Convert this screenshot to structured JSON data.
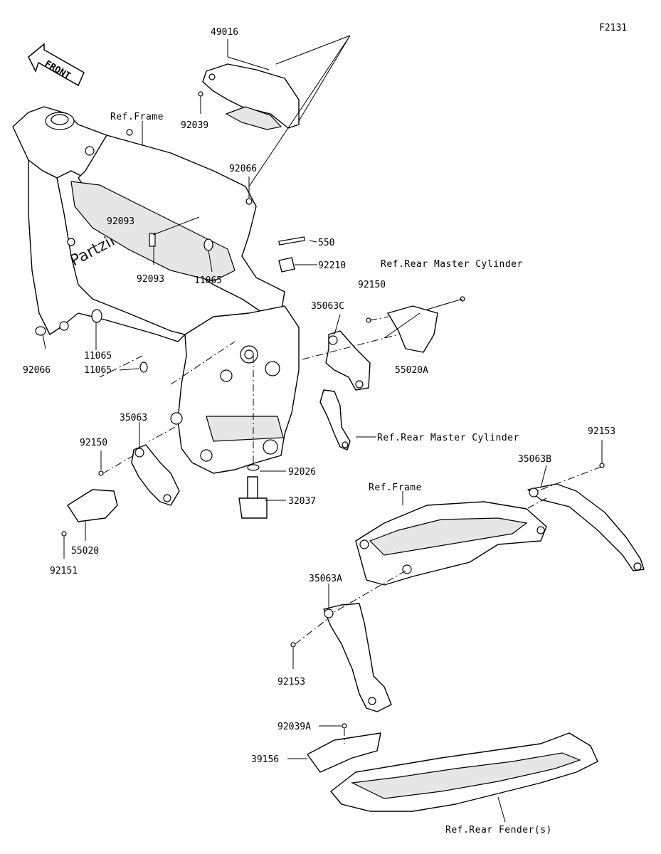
{
  "diagram_id": "F2131",
  "front_label": "FRONT",
  "watermark": "© Partzilla.com",
  "callouts": {
    "p49016": "49016",
    "p92039": "92039",
    "ref_frame_top": "Ref.Frame",
    "p92066_top": "92066",
    "p92093_a": "92093",
    "p92093_b": "92093",
    "p11065_top": "11065",
    "p550": "550",
    "p92210": "92210",
    "ref_rear_master_cyl_top": "Ref.Rear Master Cylinder",
    "p92150_right": "92150",
    "p35063C": "35063C",
    "p55020A": "55020A",
    "ref_rear_master_cyl_mid": "Ref.Rear Master Cylinder",
    "p92066_left": "92066",
    "p11065_left": "11065",
    "p11065_mid": "11065",
    "p35063": "35063",
    "p92150_left": "92150",
    "p55020": "55020",
    "p92151": "92151",
    "p92026": "92026",
    "p32037": "32037",
    "p92153_right": "92153",
    "p35063B": "35063B",
    "ref_frame_rear": "Ref.Frame",
    "p35063A": "35063A",
    "p92153_left": "92153",
    "p92039A": "92039A",
    "p39156": "39156",
    "ref_rear_fender": "Ref.Rear Fender(s)"
  }
}
